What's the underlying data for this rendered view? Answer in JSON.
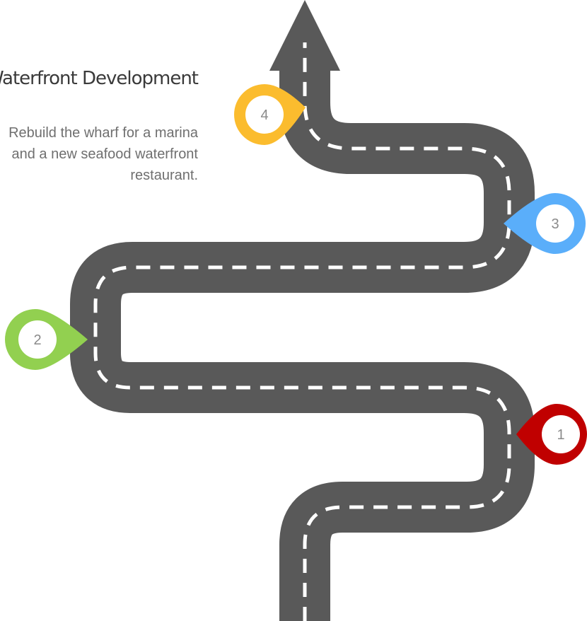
{
  "heading": "Waterfront Development",
  "description_lines": [
    "Rebuild the wharf for a marina",
    "and a new seafood waterfront",
    "restaurant."
  ],
  "colors": {
    "road": "#595959",
    "lane_marking": "#ffffff",
    "milestone_1": "#c00000",
    "milestone_2": "#92d050",
    "milestone_3": "#5aaefa",
    "milestone_4": "#fbbc2e"
  },
  "milestones": [
    {
      "number": "1",
      "color_name": "red"
    },
    {
      "number": "2",
      "color_name": "green"
    },
    {
      "number": "3",
      "color_name": "blue"
    },
    {
      "number": "4",
      "color_name": "yellow"
    }
  ]
}
